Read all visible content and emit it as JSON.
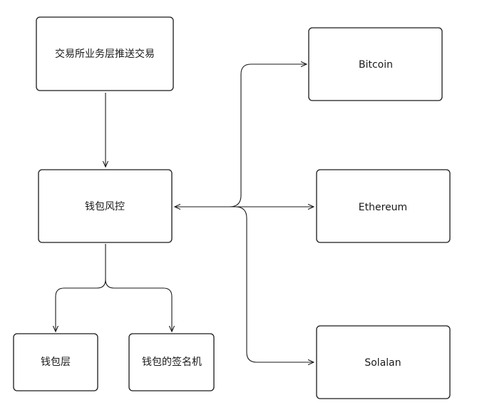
{
  "nodes": {
    "exchange_push": {
      "label": "交易所业务层推送交易"
    },
    "wallet_risk": {
      "label": "钱包风控"
    },
    "wallet_layer": {
      "label": "钱包层"
    },
    "wallet_signer": {
      "label": "钱包的签名机"
    },
    "bitcoin": {
      "label": "Bitcoin"
    },
    "ethereum": {
      "label": "Ethereum"
    },
    "solalan": {
      "label": "Solalan"
    }
  },
  "edges": [
    {
      "from": "exchange_push",
      "to": "wallet_risk"
    },
    {
      "from": "wallet_risk",
      "to": "wallet_layer"
    },
    {
      "from": "wallet_risk",
      "to": "wallet_signer"
    },
    {
      "from": "wallet_risk",
      "to": "bitcoin",
      "bidirectional": true
    },
    {
      "from": "wallet_risk",
      "to": "ethereum",
      "bidirectional": true
    },
    {
      "from": "wallet_risk",
      "to": "solalan",
      "bidirectional": true
    }
  ],
  "colors": {
    "stroke": "#1a1a1a",
    "fill": "#ffffff",
    "background": "#ffffff"
  }
}
